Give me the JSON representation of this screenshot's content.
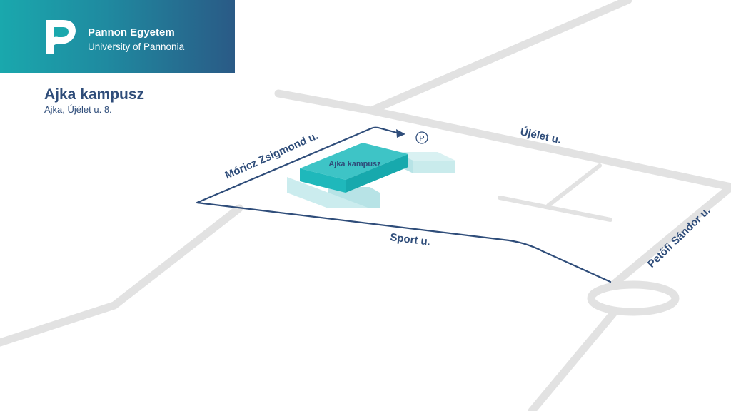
{
  "header": {
    "brand_name": "Pannon Egyetem",
    "brand_subtitle": "University of Pannonia"
  },
  "campus": {
    "title": "Ajka kampusz",
    "address": "Ajka, Újélet u. 8."
  },
  "map": {
    "streets": {
      "moricz": "Móricz Zsigmond u.",
      "ujelet": "Újélet u.",
      "sport": "Sport u.",
      "petofi": "Petőfi Sándor u."
    },
    "building_label": "Ajka kampusz",
    "parking_symbol": "P"
  },
  "colors": {
    "brand_teal": "#1aa8ad",
    "brand_blue": "#2a5a86",
    "route_blue": "#2f4d7a",
    "building_main": "#1fb8bb",
    "building_light": "#bfe6e8",
    "road_gray": "#e2e2e2"
  }
}
